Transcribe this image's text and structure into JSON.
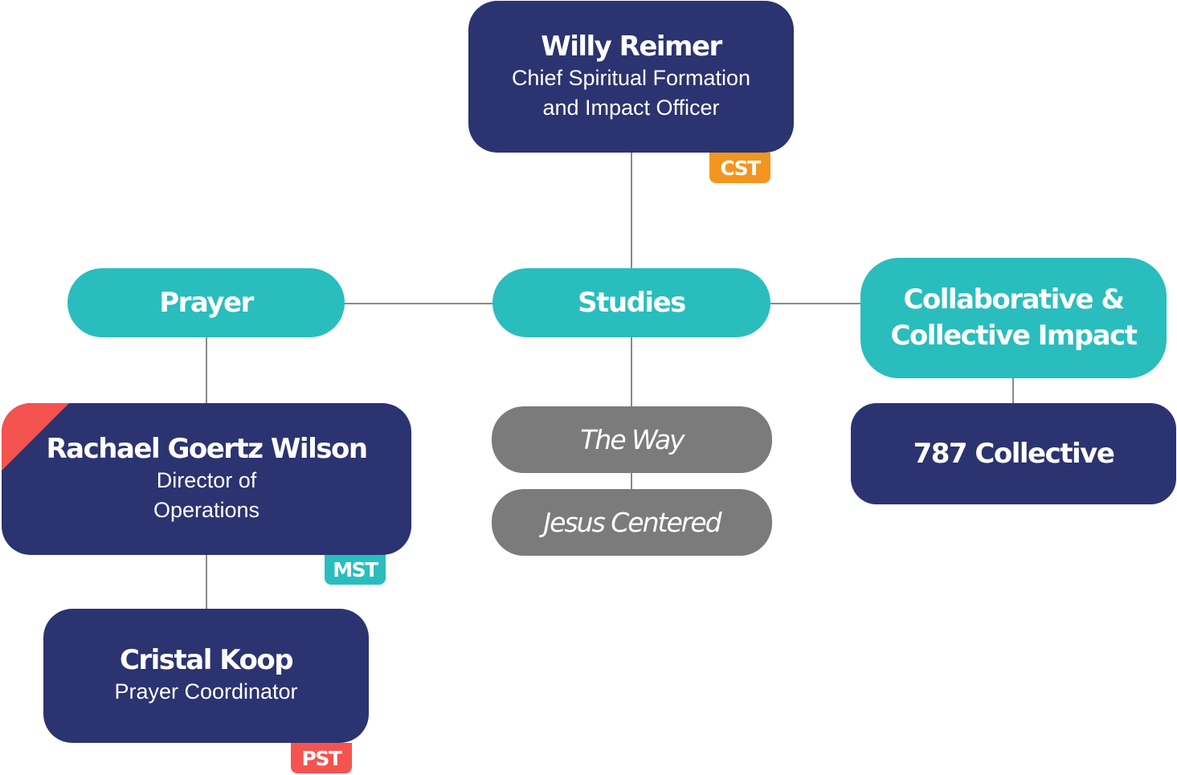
{
  "colors": {
    "navy": "#2b3371",
    "teal": "#2abdbd",
    "grey": "#7b7b7b",
    "orange": "#f39520",
    "red": "#f5534f",
    "connector": "#8a8a8a"
  },
  "nodes": {
    "willy": {
      "name": "Willy Reimer",
      "role_line1": "Chief Spiritual Formation",
      "role_line2": "and Impact Officer",
      "badge": "CST"
    },
    "prayer": {
      "label": "Prayer"
    },
    "studies": {
      "label": "Studies"
    },
    "collab": {
      "label_line1": "Collaborative &",
      "label_line2": "Collective Impact"
    },
    "rachael": {
      "name": "Rachael Goertz Wilson",
      "role_line1": "Director of",
      "role_line2": "Operations",
      "badge": "MST",
      "corner_flag": "red"
    },
    "cristal": {
      "name": "Cristal Koop",
      "role": "Prayer Coordinator",
      "badge": "PST"
    },
    "the_way": {
      "label": "The Way"
    },
    "jesus_centered": {
      "label": "Jesus Centered"
    },
    "collective_787": {
      "label": "787 Collective"
    }
  }
}
